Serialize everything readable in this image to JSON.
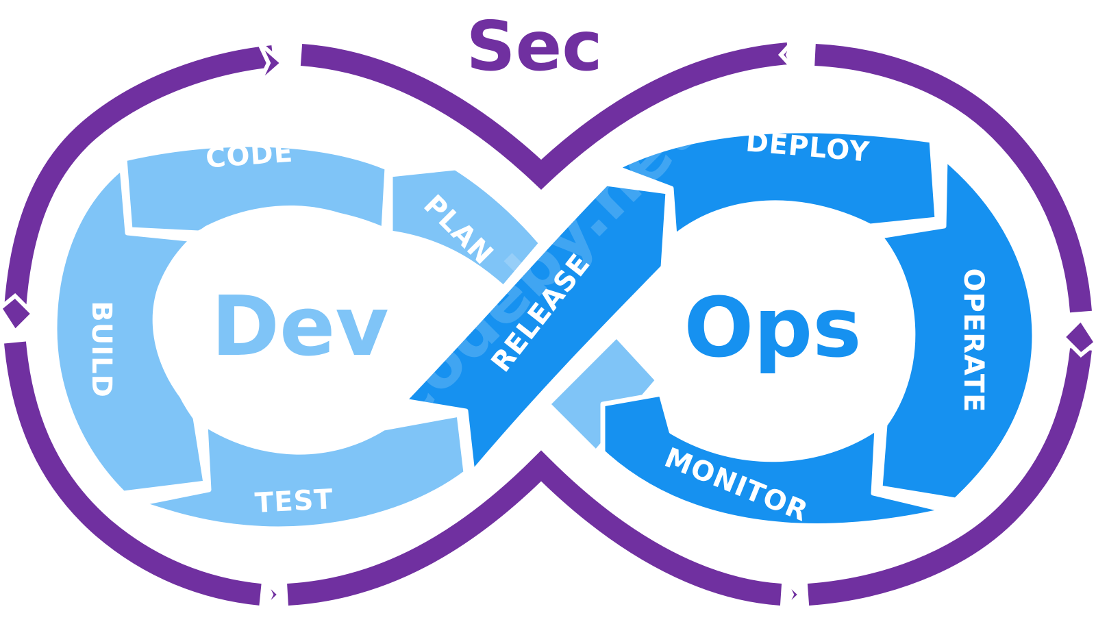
{
  "title": "Sec",
  "left_label": "Dev",
  "right_label": "Ops",
  "stages": {
    "plan": "PLAN",
    "code": "CODE",
    "build": "BUILD",
    "test": "TEST",
    "release": "RELEASE",
    "deploy": "DEPLOY",
    "operate": "OPERATE",
    "monitor": "MONITOR"
  },
  "watermark": "codeby.net",
  "colors": {
    "sec": "#7030a0",
    "dev": "#7fc4f7",
    "ops": "#1691f0",
    "center": "#ffffff"
  }
}
